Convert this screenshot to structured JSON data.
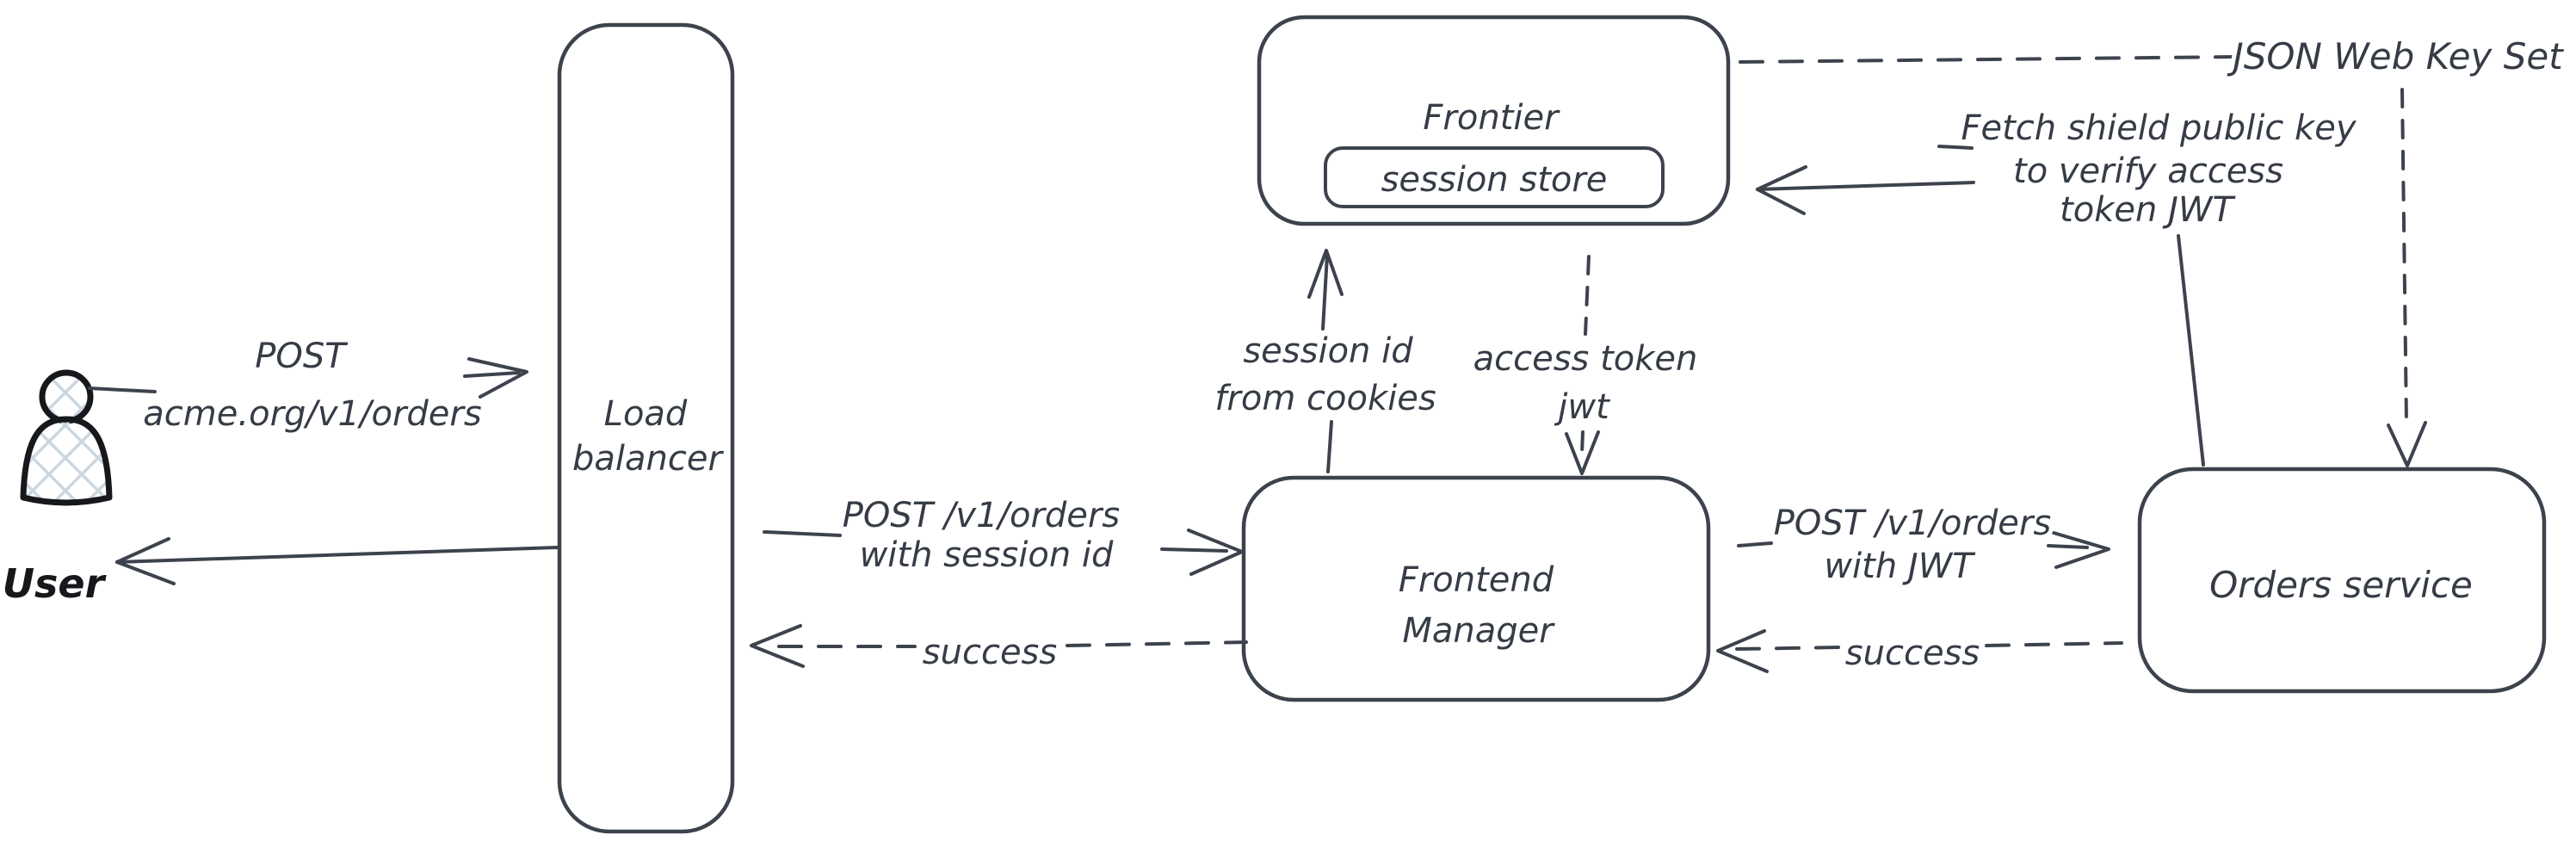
{
  "diagram": {
    "title": "Session to JWT exchange architecture diagram",
    "colors": {
      "background": "#ffffff",
      "stroke": "#3d434d",
      "text": "#363c46",
      "user_stroke": "#17181c",
      "user_hatch_fill": "#ccd6de"
    },
    "nodes": {
      "user": {
        "label": "User"
      },
      "load_balancer": {
        "line1": "Load",
        "line2": "balancer"
      },
      "frontier": {
        "label": "Frontier",
        "session_store_label": "session store"
      },
      "frontend_manager": {
        "line1": "Frontend",
        "line2": "Manager"
      },
      "orders_service": {
        "label": "Orders service"
      }
    },
    "edges": {
      "user_to_lb": {
        "line1": "POST",
        "line2": "acme.org/v1/orders"
      },
      "lb_to_fm": {
        "line1": "POST /v1/orders",
        "line2": "with session id"
      },
      "fm_to_lb_success": {
        "label": "success"
      },
      "fm_to_frontier": {
        "line1": "session id",
        "line2": "from cookies"
      },
      "frontier_to_fm": {
        "line1": "access token",
        "line2": "jwt"
      },
      "fm_to_orders": {
        "line1": "POST /v1/orders",
        "line2": "with JWT"
      },
      "orders_to_fm_success": {
        "label": "success"
      },
      "orders_to_frontier": {
        "line1": "Fetch shield public key",
        "line2": "to verify access",
        "line3": "token JWT"
      },
      "jwks": {
        "label": "JSON Web Key Set"
      }
    }
  }
}
